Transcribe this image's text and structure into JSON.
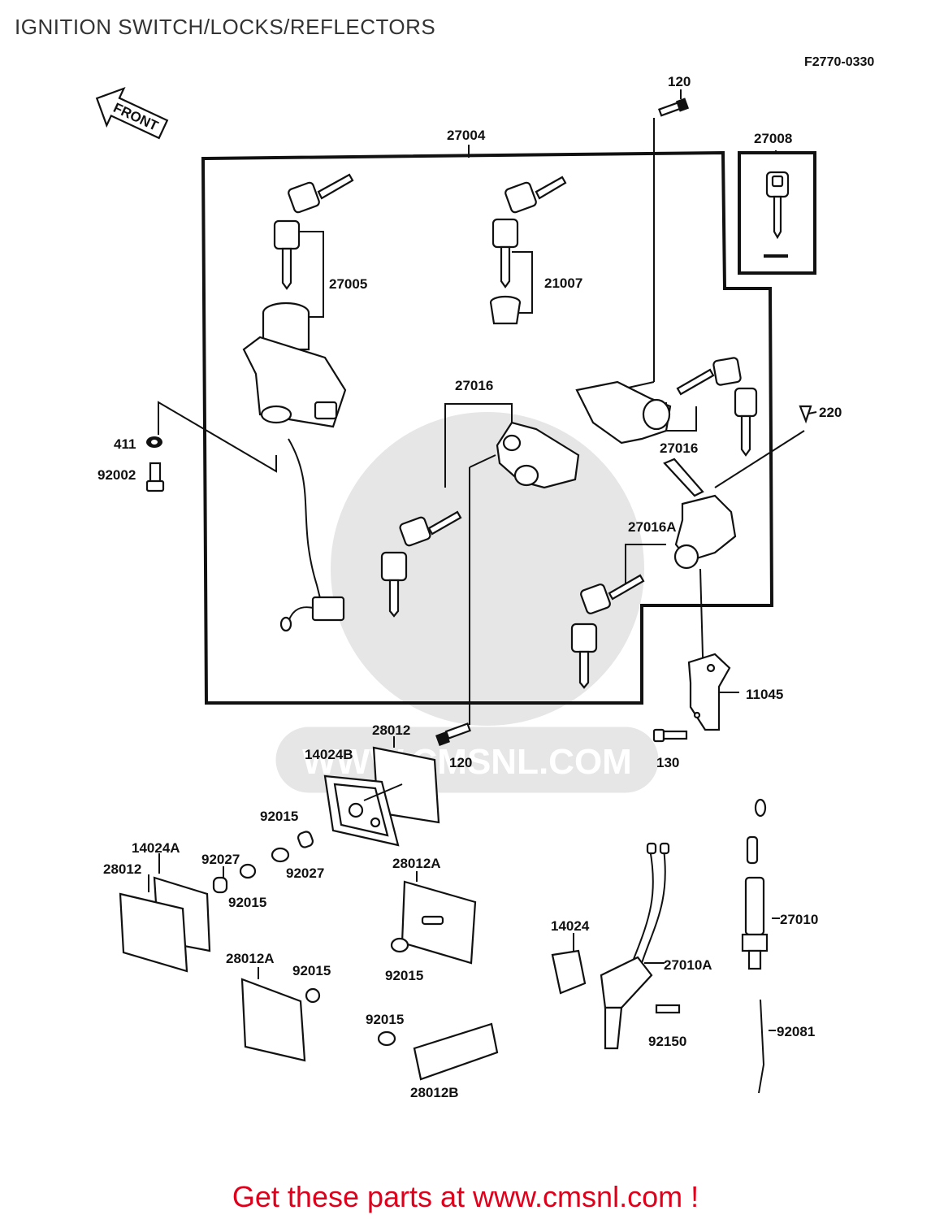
{
  "title": "IGNITION SWITCH/LOCKS/REFLECTORS",
  "reference_code": "F2770-0330",
  "front_marker": "FRONT",
  "watermark": "WWW.CMSNL.COM",
  "footer": "Get these parts at www.cmsnl.com !",
  "labels": {
    "p120_top": "120",
    "p27004": "27004",
    "p27008": "27008",
    "p27005": "27005",
    "p21007": "21007",
    "p411": "411",
    "p92002": "92002",
    "p27016_mid": "27016",
    "p27016_right": "27016",
    "p220": "220",
    "p27016A": "27016A",
    "p11045": "11045",
    "p130": "130",
    "p120_bottom": "120",
    "p28012_top": "28012",
    "p14024B": "14024B",
    "p92015_a": "92015",
    "p92027_a": "92027",
    "p14024A": "14024A",
    "p28012_left": "28012",
    "p92027_b": "92027",
    "p92015_b": "92015",
    "p28012A_mid": "28012A",
    "p92015_c": "92015",
    "p28012A_left": "28012A",
    "p92015_d": "92015",
    "p92015_e": "92015",
    "p28012B": "28012B",
    "p14024": "14024",
    "p27010A": "27010A",
    "p92150": "92150",
    "p27010": "27010",
    "p92081": "92081"
  }
}
